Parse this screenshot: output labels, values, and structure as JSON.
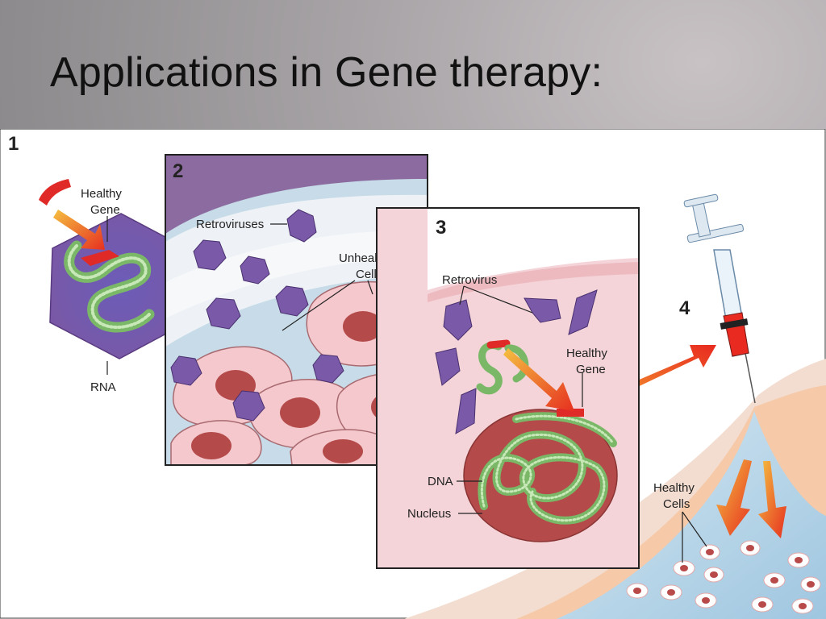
{
  "slide": {
    "title": "Applications in Gene therapy:"
  },
  "diagram": {
    "panel_numbers": [
      "1",
      "2",
      "3",
      "4"
    ],
    "labels": {
      "healthy_gene_1_l1": "Healthy",
      "healthy_gene_1_l2": "Gene",
      "rna": "RNA",
      "retroviruses": "Retroviruses",
      "unhealthy_cells_l1": "Unhealthy",
      "unhealthy_cells_l2": "Cells",
      "retrovirus": "Retrovirus",
      "healthy_gene_3_l1": "Healthy",
      "healthy_gene_3_l2": "Gene",
      "dna": "DNA",
      "nucleus": "Nucleus",
      "healthy_cells_l1": "Healthy",
      "healthy_cells_l2": "Cells"
    },
    "colors": {
      "virus_purple": "#7a5aa8",
      "rna_green": "#8cc47a",
      "gene_red": "#e02a28",
      "arrow_orange": "#f0a020",
      "cell_pink": "#f4c8cc",
      "nucleus_red": "#b44a4a",
      "blood_blue": "#a8cde4"
    }
  }
}
